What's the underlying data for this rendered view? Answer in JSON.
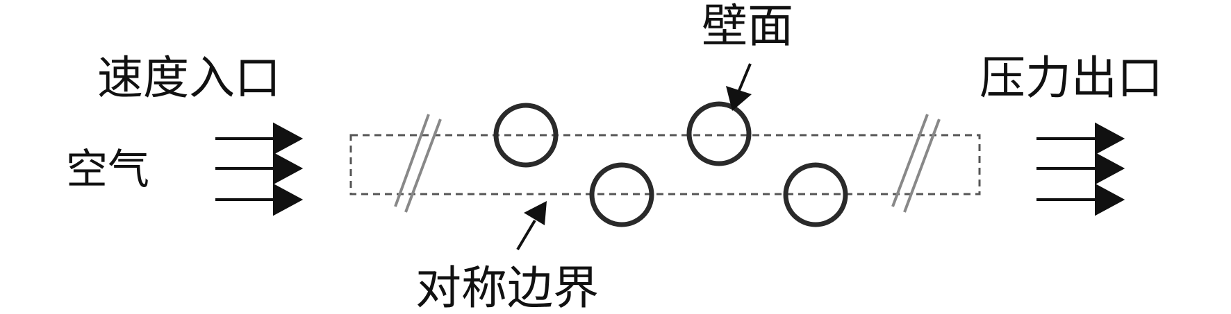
{
  "labels": {
    "inlet": "速度入口",
    "fluid": "空气",
    "outlet": "压力出口",
    "wall": "壁面",
    "symmetry": "对称边界"
  },
  "colors": {
    "stroke": "#111111",
    "circle": "#2a2a2a",
    "dashed": "#555555",
    "break_marks": "#888888",
    "background": "#ffffff"
  }
}
